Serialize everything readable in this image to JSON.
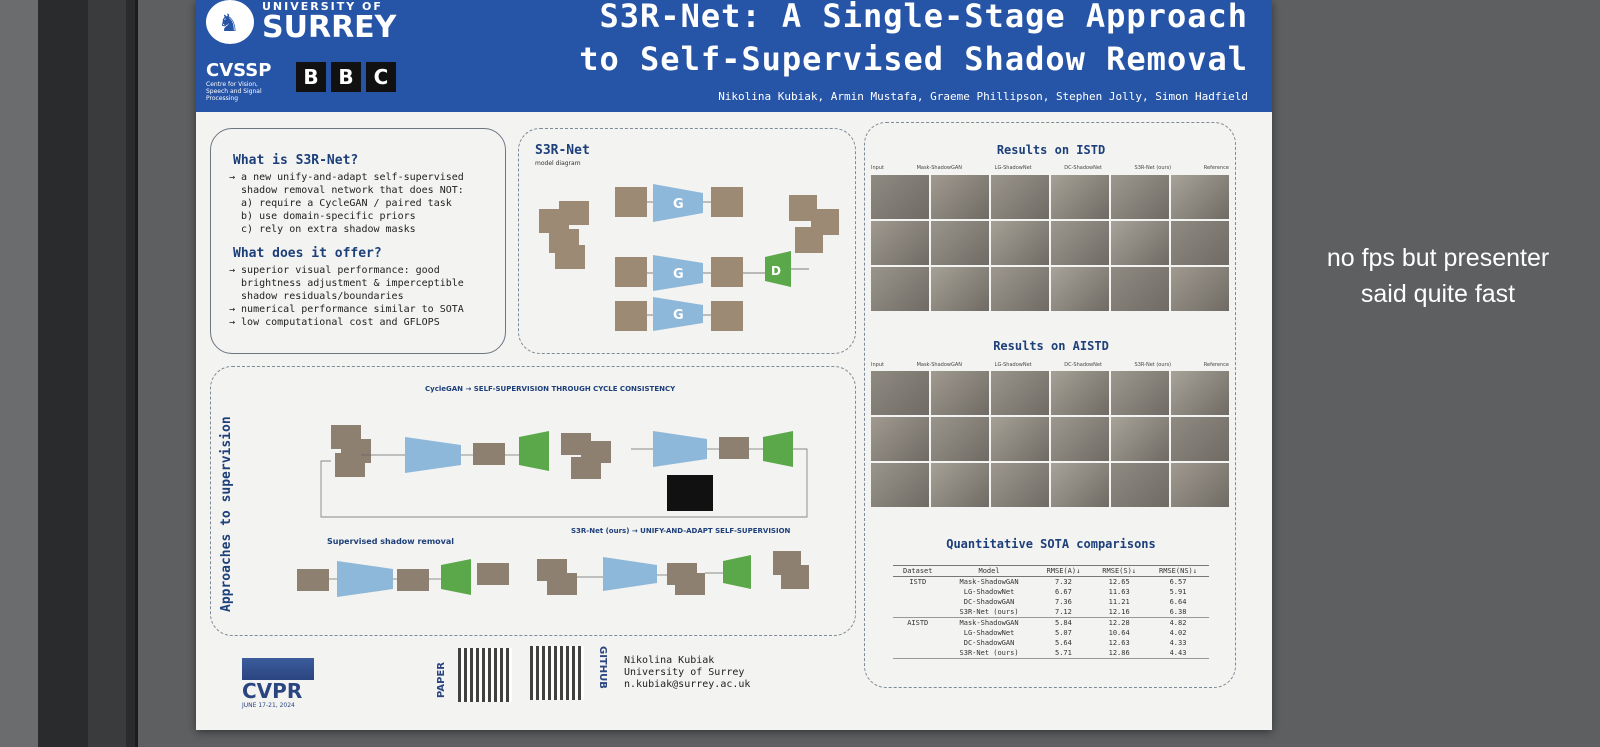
{
  "poster": {
    "university_top": "UNIVERSITY OF",
    "university_name": "SURREY",
    "lab_name": "CVSSP",
    "lab_full": "Centre for Vision, Speech and Signal Processing",
    "partner_letters": [
      "B",
      "B",
      "C"
    ],
    "title_line1": "S3R-Net: A Single-Stage Approach",
    "title_line2": "to Self-Supervised Shadow Removal",
    "authors": "Nikolina Kubiak, Armin Mustafa, Graeme Phillipson, Stephen Jolly, Simon Hadfield",
    "what_heading": "What is S3R-Net?",
    "what_lines": [
      "→ a new unify-and-adapt self-supervised",
      "  shadow removal network that does NOT:",
      "  a) require a CycleGAN / paired task",
      "  b) use domain-specific priors",
      "  c) rely on extra shadow masks"
    ],
    "offer_heading": "What does it offer?",
    "offer_lines": [
      "→ superior visual performance: good",
      "  brightness adjustment & imperceptible",
      "  shadow residuals/boundaries",
      "→ numerical performance similar to SOTA",
      "→ low computational cost and GFLOPS"
    ],
    "diagram_title": "S3R-Net",
    "diagram_subtitle": "model diagram",
    "approaches_label": "Approaches to supervision",
    "cyclegan_title": "CycleGAN → SELF-SUPERVISION THROUGH CYCLE CONSISTENCY",
    "supervised_title": "Supervised shadow removal",
    "s3r_title": "S3R-Net (ours) → UNIFY-AND-ADAPT SELF-SUPERVISION",
    "results_istd": "Results on ISTD",
    "results_aistd": "Results on AISTD",
    "result_columns": [
      "Input",
      "Mask-ShadowGAN",
      "LG-ShadowNet",
      "DC-ShadowNet",
      "S3R-Net (ours)",
      "Reference"
    ],
    "sota_heading": "Quantitative SOTA comparisons",
    "sota_headers": [
      "Dataset",
      "Model",
      "RMSE(A)↓",
      "RMSE(S)↓",
      "RMSE(NS)↓"
    ],
    "sota_rows": [
      [
        "ISTD",
        "Mask-ShadowGAN",
        "7.32",
        "12.65",
        "6.57"
      ],
      [
        "",
        "LG-ShadowNet",
        "6.67",
        "11.63",
        "5.91"
      ],
      [
        "",
        "DC-ShadowGAN",
        "7.36",
        "11.21",
        "6.64"
      ],
      [
        "",
        "S3R-Net (ours)",
        "7.12",
        "12.16",
        "6.38"
      ],
      [
        "AISTD",
        "Mask-ShadowGAN",
        "5.84",
        "12.28",
        "4.82"
      ],
      [
        "",
        "LG-ShadowNet",
        "5.07",
        "10.64",
        "4.02"
      ],
      [
        "",
        "DC-ShadowGAN",
        "5.64",
        "12.63",
        "4.33"
      ],
      [
        "",
        "S3R-Net (ours)",
        "5.71",
        "12.86",
        "4.43"
      ]
    ],
    "conference_name": "CVPR",
    "conference_dates": "JUNE 17-21, 2024",
    "paper_label": "PAPER",
    "github_label": "GITHUB",
    "contact_name": "Nikolina Kubiak",
    "contact_org": "University of Surrey",
    "contact_email": "n.kubiak@surrey.ac.uk"
  },
  "annotation": {
    "line1": "no fps but presenter",
    "line2": "said quite fast"
  }
}
